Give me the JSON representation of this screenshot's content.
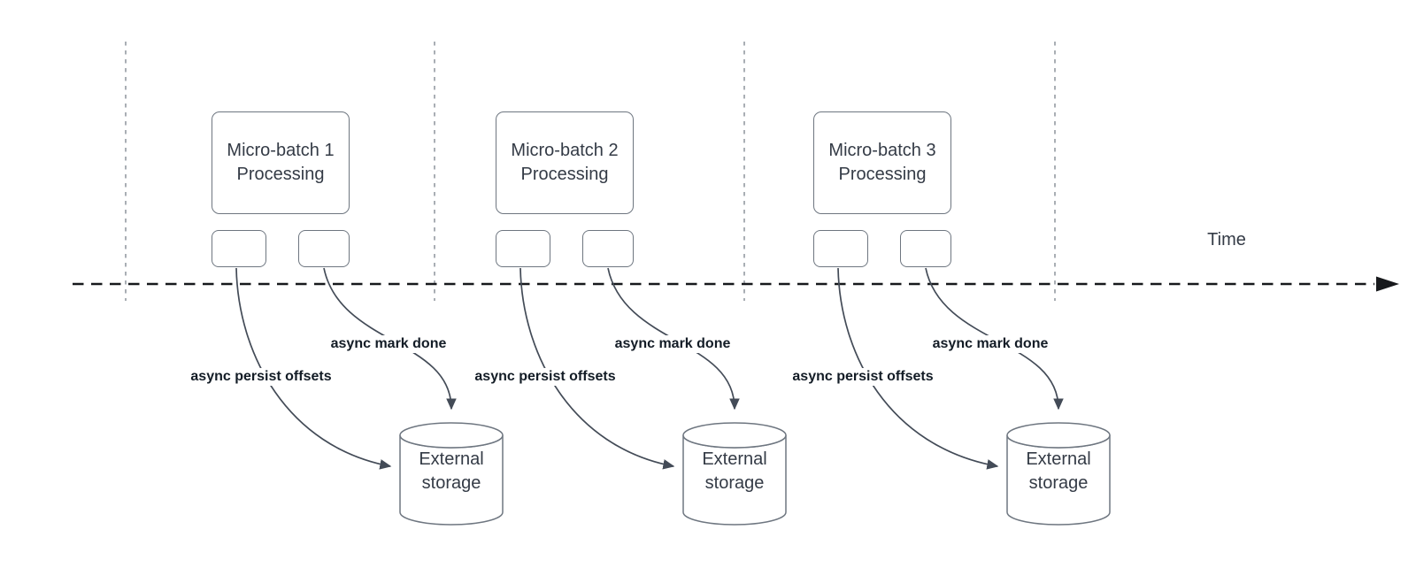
{
  "diagram": {
    "time_axis_label": "Time",
    "groups": [
      {
        "title_line1": "Micro-batch 1",
        "title_line2": "Processing",
        "persist_label": "async persist offsets",
        "done_label": "async mark done",
        "storage_line1": "External",
        "storage_line2": "storage"
      },
      {
        "title_line1": "Micro-batch 2",
        "title_line2": "Processing",
        "persist_label": "async persist offsets",
        "done_label": "async mark done",
        "storage_line1": "External",
        "storage_line2": "storage"
      },
      {
        "title_line1": "Micro-batch 3",
        "title_line2": "Processing",
        "persist_label": "async persist offsets",
        "done_label": "async mark done",
        "storage_line1": "External",
        "storage_line2": "storage"
      }
    ],
    "colors": {
      "curve": "#434b57",
      "shape_border": "#6e7680",
      "text": "#343b46",
      "label_text": "#131c26",
      "axis": "#17191c",
      "guide": "#a9aeb4"
    }
  }
}
